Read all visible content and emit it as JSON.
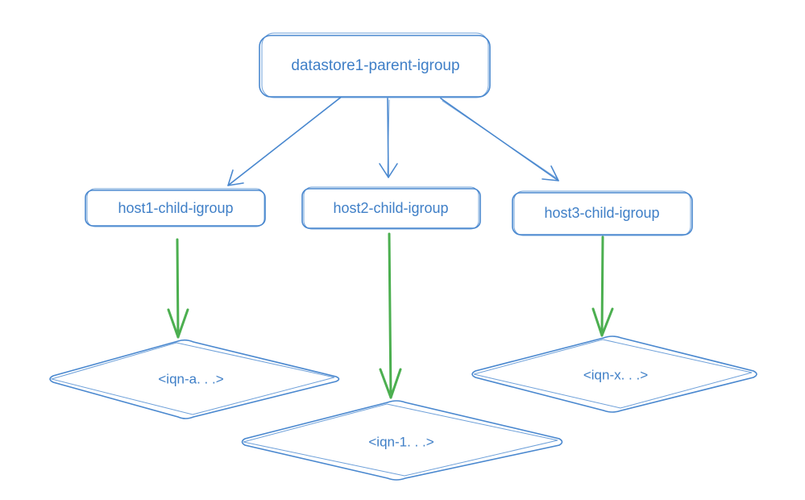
{
  "diagram": {
    "nodes": {
      "parent": {
        "label": "datastore1-parent-igroup",
        "shape": "rounded-rect"
      },
      "host1": {
        "label": "host1-child-igroup",
        "shape": "rounded-rect"
      },
      "host2": {
        "label": "host2-child-igroup",
        "shape": "rounded-rect"
      },
      "host3": {
        "label": "host3-child-igroup",
        "shape": "rounded-rect"
      },
      "iqn_a": {
        "label": "<iqn-a. . .>",
        "shape": "diamond"
      },
      "iqn_1": {
        "label": "<iqn-1. . .>",
        "shape": "diamond"
      },
      "iqn_x": {
        "label": "<iqn-x. . .>",
        "shape": "diamond"
      }
    },
    "edges": [
      {
        "from": "parent",
        "to": "host1",
        "color": "blue"
      },
      {
        "from": "parent",
        "to": "host2",
        "color": "blue"
      },
      {
        "from": "parent",
        "to": "host3",
        "color": "blue"
      },
      {
        "from": "host1",
        "to": "iqn_a",
        "color": "green"
      },
      {
        "from": "host2",
        "to": "iqn_1",
        "color": "green"
      },
      {
        "from": "host3",
        "to": "iqn_x",
        "color": "green"
      }
    ],
    "colors": {
      "node_stroke": "#4a88cf",
      "node_text": "#3f7fc7",
      "parent_edge": "#4a88cf",
      "leaf_edge": "#4caf50"
    }
  }
}
